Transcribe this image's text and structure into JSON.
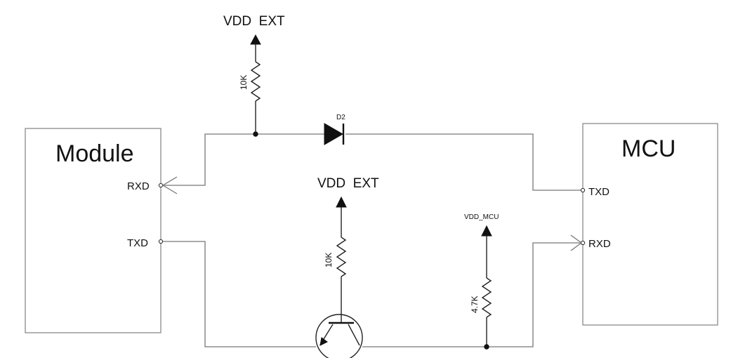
{
  "module": {
    "title": "Module",
    "rxd": "RXD",
    "txd": "TXD"
  },
  "mcu": {
    "title": "MCU",
    "txd": "TXD",
    "rxd": "RXD"
  },
  "supplies": {
    "top": "VDD  EXT",
    "middle": "VDD  EXT",
    "mcu": "VDD_MCU"
  },
  "components": {
    "r_top": "10K",
    "r_mid": "10K",
    "r_mcu": "4.7K",
    "diode": "D2"
  },
  "colors": {
    "wire": "#777777",
    "component": "#111111",
    "background": "#ffffff"
  }
}
